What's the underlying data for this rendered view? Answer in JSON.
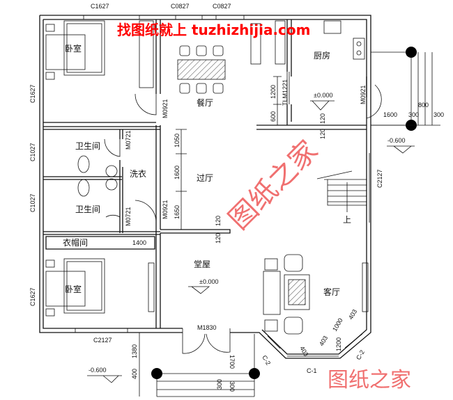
{
  "rooms": {
    "bedroom_top": "卧室",
    "bedroom_bottom": "卧室",
    "dining": "餐厅",
    "kitchen": "厨房",
    "bath_1": "卫生间",
    "bath_2": "卫生间",
    "laundry": "洗衣",
    "hall": "过厅",
    "cloakroom": "衣帽间",
    "main_hall": "堂屋",
    "living": "客厅",
    "stair_up": "上"
  },
  "levels": {
    "kitchen": "±0.000",
    "main_hall": "±0.000",
    "right_outside": "-0.600",
    "front_outside": "-0.600"
  },
  "windows": [
    "C1627",
    "C0827",
    "C0827",
    "C1627",
    "C1027",
    "C1027",
    "C1627",
    "C2127",
    "C2127",
    "C-1",
    "C-2",
    "C-2"
  ],
  "doors": [
    "M0921",
    "M0721",
    "M0721",
    "M0921",
    "M0921",
    "TLM1221",
    "M1830"
  ],
  "dimensions": [
    "1050",
    "1600",
    "1650",
    "1200",
    "600",
    "120",
    "120",
    "120",
    "120",
    "1400",
    "1600",
    "300",
    "800",
    "300",
    "1380",
    "400",
    "1700",
    "300",
    "300",
    "1000",
    "403",
    "403",
    "403",
    "1200"
  ],
  "watermark": {
    "top": "找图纸就上 tuzhizhijia.com",
    "center": "图纸之家",
    "bottom": "图纸之家"
  }
}
